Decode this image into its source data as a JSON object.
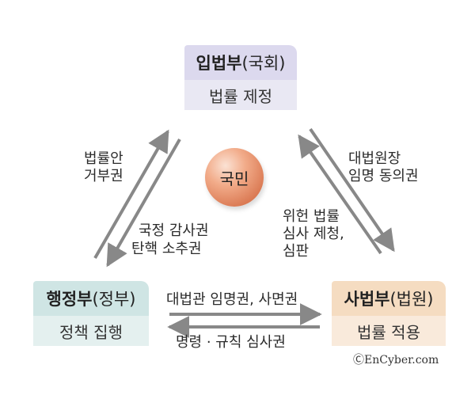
{
  "legislative": {
    "title": "입법부",
    "sub": "(국회)",
    "role": "법률 제정"
  },
  "executive": {
    "title": "행정부",
    "sub": "(정부)",
    "role": "정책 집행"
  },
  "judicial": {
    "title": "사법부",
    "sub": "(법원)",
    "role": "법률 적용"
  },
  "center": "국민",
  "labels": {
    "veto_line1": "법률안",
    "veto_line2": "거부권",
    "audit_line1": "국정 감사권",
    "audit_line2": "탄핵 소추권",
    "consent_line1": "대법원장",
    "consent_line2": "임명 동의권",
    "review_line1": "위헌 법률",
    "review_line2": "심사 제청,",
    "review_line3": "심판",
    "appoint": "대법관 임명권, 사면권",
    "command_review": "명령 · 규칙 심사권"
  },
  "copyright": "ⒸEnCyber.com",
  "colors": {
    "legislative_head": "#dcd9ee",
    "executive_head": "#cfe5e4",
    "judicial_head": "#f5dcc1",
    "center_ball": "#e59067",
    "arrow": "#888888"
  }
}
